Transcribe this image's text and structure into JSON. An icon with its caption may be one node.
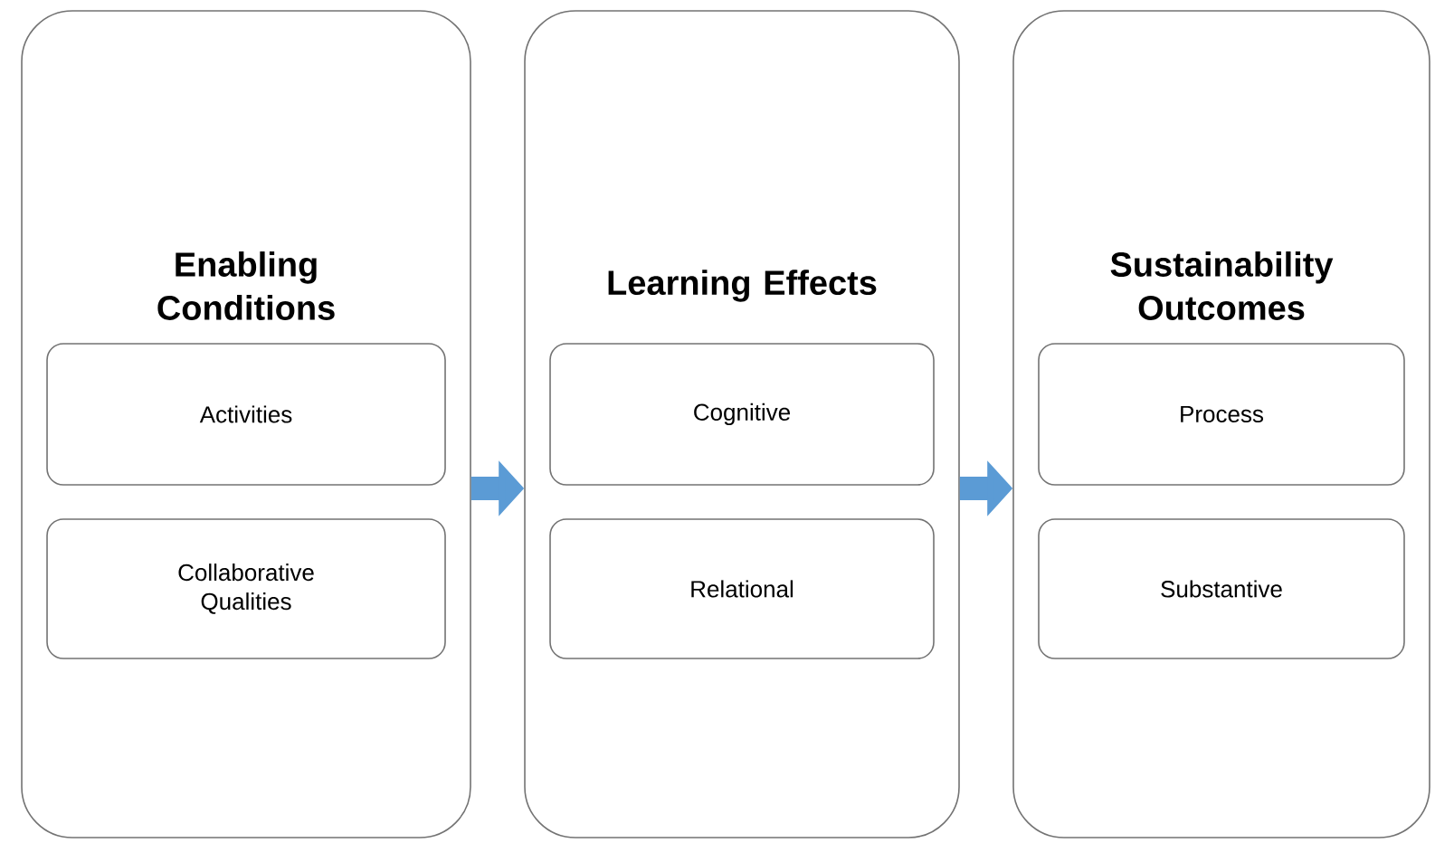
{
  "diagram": {
    "nodes": [
      {
        "text": [
          "Enabling Conditions"
        ]
      },
      {
        "text": [
          "Activities"
        ],
        "in": 0
      },
      {
        "text": [
          "Collaborative Qualities"
        ],
        "in": 0
      },
      {
        "text": [
          "Learning Effects"
        ]
      },
      {
        "text": [
          "Cognitive"
        ],
        "in": 3
      },
      {
        "text": [
          "Relational"
        ],
        "in": 3
      },
      {
        "text": [
          "Sustainability Outcomes"
        ]
      },
      {
        "text": [
          "Process"
        ],
        "in": 6
      },
      {
        "text": [
          "Substantive"
        ],
        "in": 6
      }
    ],
    "edges": [
      {
        "from": 0,
        "to": 3,
        "arrow": "to"
      },
      {
        "from": 3,
        "to": 6,
        "arrow": "to"
      }
    ]
  }
}
